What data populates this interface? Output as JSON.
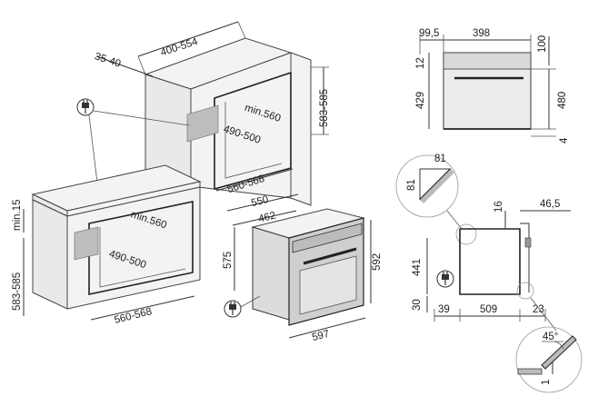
{
  "column_install": {
    "depth_range": "400-554",
    "rear_gap": "35-40",
    "min_height": "min.560",
    "depth": "490-500",
    "width_range": "560-568",
    "opening_height": "583-585"
  },
  "undercounter_install": {
    "top_clearance": "min.15",
    "min_height": "min.560",
    "depth": "490-500",
    "width_range": "560-568",
    "opening_height": "583-585"
  },
  "oven_iso": {
    "total_depth": "550",
    "body_depth": "462",
    "height": "575",
    "front_height": "592",
    "front_width": "597"
  },
  "side_view": {
    "front_offset": "99,5",
    "top_depth": "398",
    "top_gap": "100",
    "panel_thickness": "12",
    "body_height": "429",
    "total_height": "480",
    "bottom_gap": "4"
  },
  "detail_81": {
    "horizontal": "81",
    "vertical": "81"
  },
  "section_view": {
    "door_gap": "16",
    "handle_depth": "46,5",
    "height": "441",
    "base": "30",
    "front": "39",
    "depth": "509",
    "rear": "23"
  },
  "detail_45": {
    "angle": "45°",
    "gap": "1"
  },
  "icons": [
    "power-plug-icon",
    "power-plug-icon",
    "power-plug-icon"
  ]
}
